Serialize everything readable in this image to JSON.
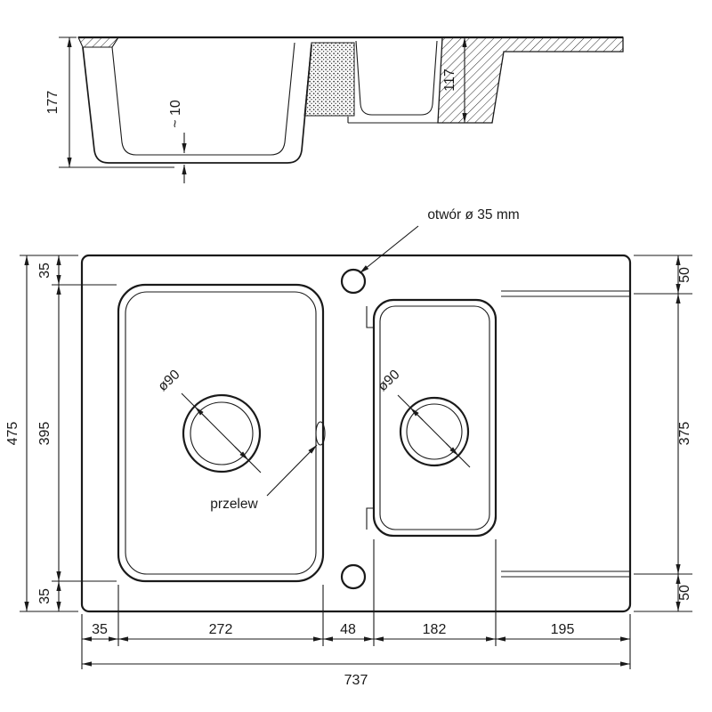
{
  "cross_section": {
    "total_depth": "177",
    "base_thickness": "~ 10",
    "second_bowl_depth": "117"
  },
  "plan": {
    "tap_hole_label": "otwór ø 35 mm",
    "overflow_label": "przelew",
    "main_drain_diameter": "ø90",
    "second_drain_diameter": "ø90",
    "total_height": "475",
    "left_top": "35",
    "bowl_height": "395",
    "left_bottom": "35",
    "right_top": "50",
    "drainer_height": "375",
    "right_bottom": "50",
    "bottom_left": "35",
    "main_bowl_width": "272",
    "gap": "48",
    "second_bowl_width": "182",
    "drainer_width": "195",
    "total_width": "737"
  },
  "colors": {
    "line": "#1a1a1a",
    "background": "#ffffff"
  }
}
